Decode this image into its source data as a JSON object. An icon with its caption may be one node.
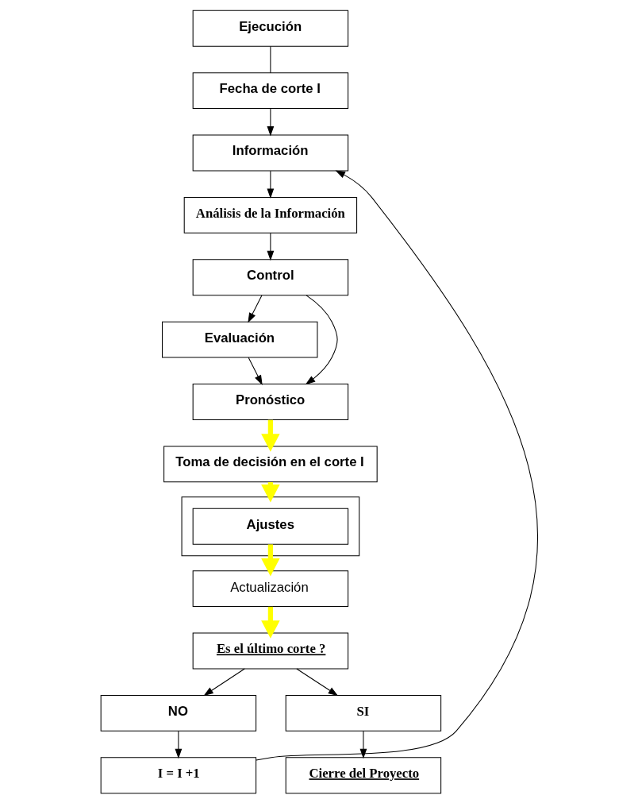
{
  "diagram": {
    "nodes": [
      {
        "text": [
          "Ejecución"
        ]
      },
      {
        "text": [
          "Fecha de corte I"
        ]
      },
      {
        "text": [
          "Información"
        ]
      },
      {
        "text": [
          "Análisis de la Información"
        ]
      },
      {
        "text": [
          "Control"
        ]
      },
      {
        "text": [
          "Evaluación"
        ]
      },
      {
        "text": [
          "Pronóstico"
        ]
      },
      {
        "text": [
          "Toma de decisión en el corte I"
        ]
      },
      {
        "text": [],
        "shape": "box"
      },
      {
        "text": [
          "Ajustes"
        ],
        "in": 8
      },
      {
        "text": [
          "Actualización"
        ]
      },
      {
        "text": [
          "Es el último corte ?"
        ]
      },
      {
        "text": [
          "NO"
        ]
      },
      {
        "text": [
          "SI"
        ]
      },
      {
        "text": [
          "Cierre del Proyecto"
        ]
      },
      {
        "text": [
          "I = I +1"
        ]
      }
    ],
    "edges": [
      {
        "from": 0,
        "to": 1,
        "arrow": "none"
      },
      {
        "from": 1,
        "to": 2,
        "arrow": "to"
      },
      {
        "from": 15,
        "to": 2,
        "arrow": "to"
      },
      {
        "from": 2,
        "to": 3,
        "arrow": "to"
      },
      {
        "from": 3,
        "to": 4,
        "arrow": "to"
      },
      {
        "from": 4,
        "to": 5,
        "arrow": "to"
      },
      {
        "from": 4,
        "to": 6,
        "arrow": "to"
      },
      {
        "from": 5,
        "to": 6,
        "arrow": "to"
      },
      {
        "from": 6,
        "to": 7,
        "arrow": "to",
        "style": "thick",
        "color": "#ffff00"
      },
      {
        "from": 7,
        "to": 8,
        "arrow": "to",
        "style": "thick",
        "color": "#ffff00"
      },
      {
        "from": 9,
        "to": 10,
        "arrow": "to",
        "style": "thick",
        "color": "#ffff00"
      },
      {
        "from": 10,
        "to": 11,
        "arrow": "to",
        "style": "thick",
        "color": "#ffff00"
      },
      {
        "from": 11,
        "to": 12,
        "arrow": "to"
      },
      {
        "from": 11,
        "to": 13,
        "arrow": "to"
      },
      {
        "from": 13,
        "to": 14,
        "arrow": "to"
      },
      {
        "from": 12,
        "to": 15,
        "arrow": "to"
      }
    ]
  }
}
